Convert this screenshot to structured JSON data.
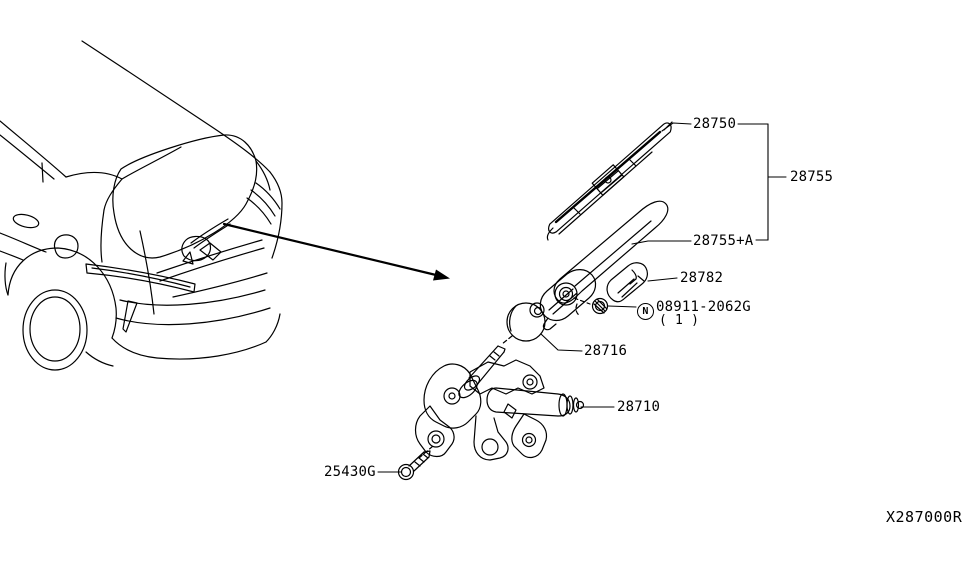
{
  "figure": {
    "code": "X287000R"
  },
  "labels": {
    "blade": "28750",
    "assembly": "28755",
    "arm": "28755+A",
    "cap": "28782",
    "nut_prefix": "N",
    "nut": "08911-2062G",
    "nut_qty": "( 1 )",
    "grommet": "28716",
    "motor": "28710",
    "screw": "25430G"
  },
  "colors": {
    "line": "#000000",
    "background": "#ffffff"
  }
}
